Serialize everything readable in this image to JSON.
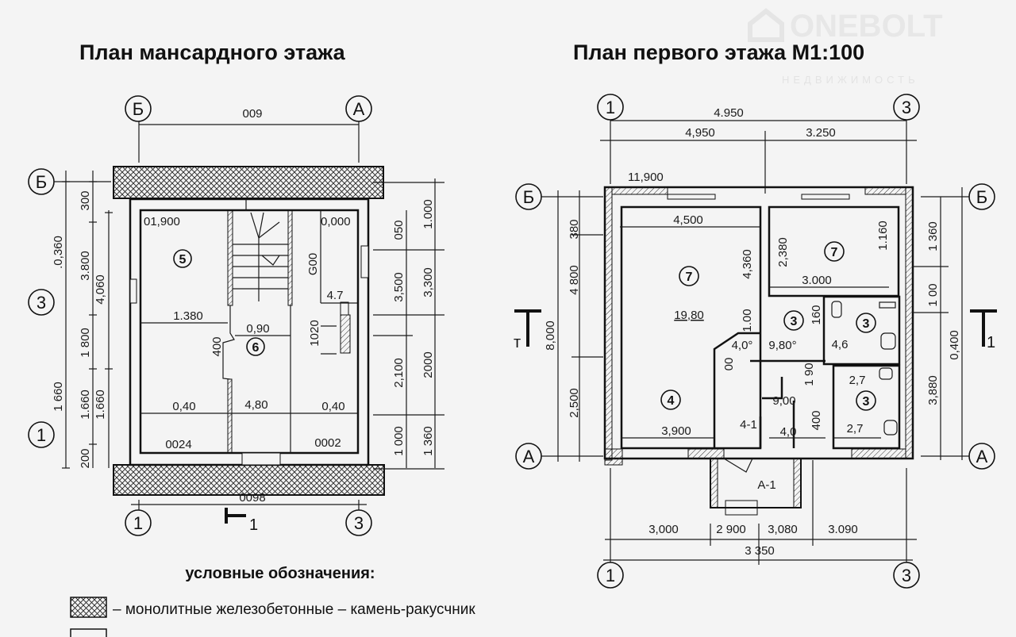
{
  "watermark": {
    "brand": "ONEBOLT",
    "subtitle": "НЕДВИЖИМОСТЬ"
  },
  "attic_plan": {
    "title": "План мансардного этажа",
    "axes": {
      "top_left": "Б",
      "top_right": "А",
      "left_top": "Б",
      "left_mid": "3",
      "left_bottom": "1",
      "bottom_left": "1",
      "bottom_right": "3"
    },
    "section_mark": "1",
    "rooms": [
      "5",
      "6"
    ],
    "labels": [
      "009",
      "0098",
      "01,900",
      "0,000",
      "1.380",
      "0,90",
      "400",
      "G00",
      "4.7",
      "1020",
      "0,40",
      "4,80",
      "0,40",
      "0024",
      "0002"
    ],
    "left_dims": [
      "300",
      "3.800",
      "4,060",
      ".0,360",
      "1 800",
      "1 660",
      "1.660",
      "1.660",
      "200"
    ],
    "right_dims": [
      "050",
      "1.000",
      "3,500",
      "3,300",
      "2,100",
      "2000",
      "1 000",
      "1 360"
    ]
  },
  "first_floor_plan": {
    "title": "План первого этажа М1:100",
    "axes": {
      "top_left": "1",
      "top_right": "3",
      "left_top": "Б",
      "left_bottom": "А",
      "right_top": "Б",
      "right_bottom": "А",
      "bottom_left": "1",
      "bottom_right": "3"
    },
    "section_marks": [
      "т",
      "1"
    ],
    "rooms": [
      "7",
      "7",
      "3",
      "3",
      "4",
      "3"
    ],
    "labels": [
      "4.950",
      "4,950",
      "3.250",
      "11,900",
      "4,500",
      "4,360",
      "19,80",
      "2,380",
      "1.160",
      "3.000",
      "1.00",
      "160",
      "4,0°",
      "9,80°",
      "4,6",
      "00",
      "1 90",
      "2,7",
      "9,00",
      "400",
      "4-1",
      "3,900",
      "4,0",
      "2,7",
      "А-1"
    ],
    "left_dims": [
      "380",
      "4 800",
      "8,000",
      "2,500"
    ],
    "right_dims": [
      "1 360",
      "1 00",
      "0,400",
      "3,880"
    ],
    "bottom_dims": [
      "3,000",
      "2 900",
      "3,080",
      "3.090",
      "3 350"
    ]
  },
  "legend": {
    "title": "условные обозначения:",
    "items": [
      "– монолитные железобетонные – камень-ракусчник"
    ]
  }
}
